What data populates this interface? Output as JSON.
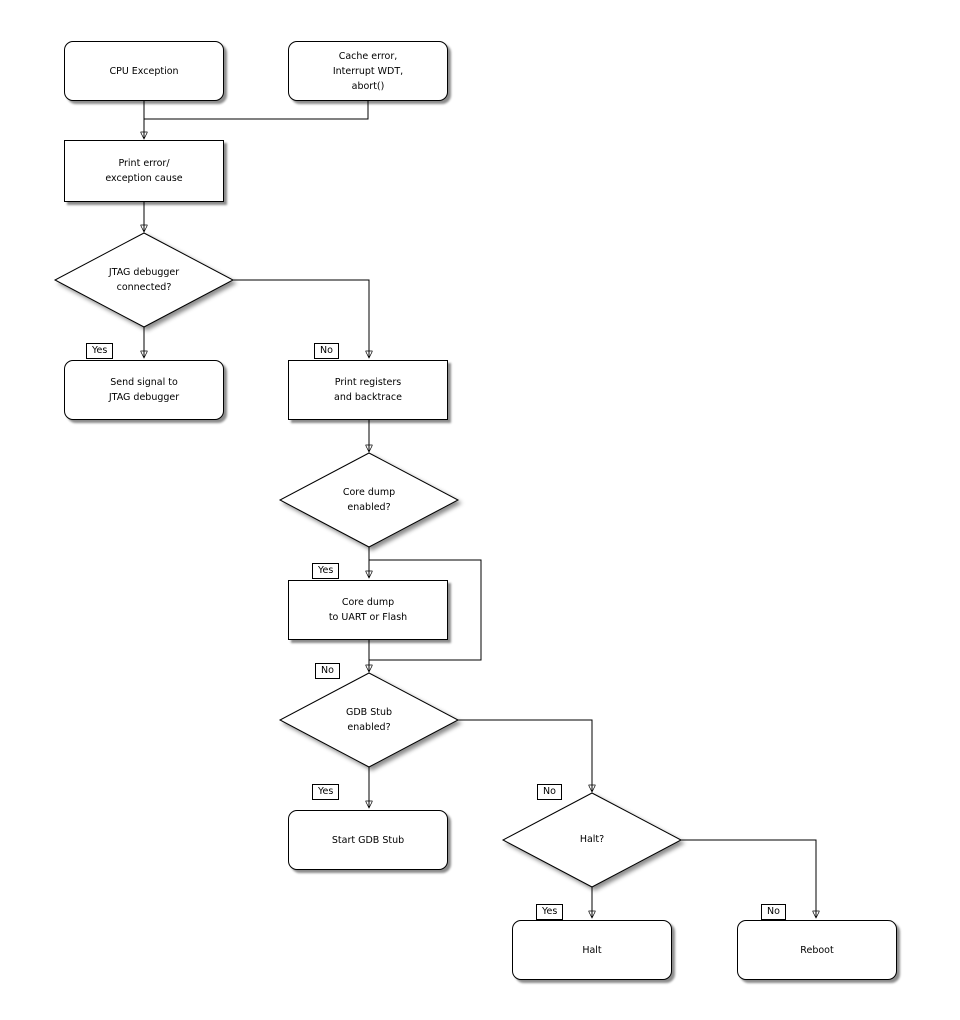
{
  "diagram": {
    "background_color": "#ffffff",
    "stroke_color": "#000000",
    "nodes": {
      "cpu_exception": {
        "shape": "rounded",
        "lines": [
          "CPU Exception"
        ]
      },
      "cache_error": {
        "shape": "rounded",
        "lines": [
          "Cache error,",
          "Interrupt WDT,",
          "abort()"
        ]
      },
      "print_error": {
        "shape": "rect",
        "lines": [
          "Print error/",
          "exception cause"
        ]
      },
      "jtag_question": {
        "shape": "diamond",
        "lines": [
          "JTAG debugger",
          "connected?"
        ]
      },
      "send_signal": {
        "shape": "rounded",
        "lines": [
          "Send signal to",
          "JTAG debugger"
        ]
      },
      "print_registers": {
        "shape": "rect",
        "lines": [
          "Print registers",
          "and backtrace"
        ]
      },
      "core_dump_question": {
        "shape": "diamond",
        "lines": [
          "Core dump",
          "enabled?"
        ]
      },
      "core_dump": {
        "shape": "rect",
        "lines": [
          "Core dump",
          "to UART or Flash"
        ]
      },
      "gdb_stub_question": {
        "shape": "diamond",
        "lines": [
          "GDB Stub",
          "enabled?"
        ]
      },
      "start_gdb_stub": {
        "shape": "rounded",
        "lines": [
          "Start GDB Stub"
        ]
      },
      "halt_question": {
        "shape": "diamond",
        "lines": [
          "Halt?"
        ]
      },
      "halt": {
        "shape": "rounded",
        "lines": [
          "Halt"
        ]
      },
      "reboot": {
        "shape": "rounded",
        "lines": [
          "Reboot"
        ]
      }
    },
    "edge_labels": {
      "jtag_yes": "Yes",
      "jtag_no": "No",
      "core_dump_yes": "Yes",
      "core_dump_no": "No",
      "gdb_yes": "Yes",
      "gdb_no": "No",
      "halt_yes": "Yes",
      "halt_no": "No"
    }
  }
}
